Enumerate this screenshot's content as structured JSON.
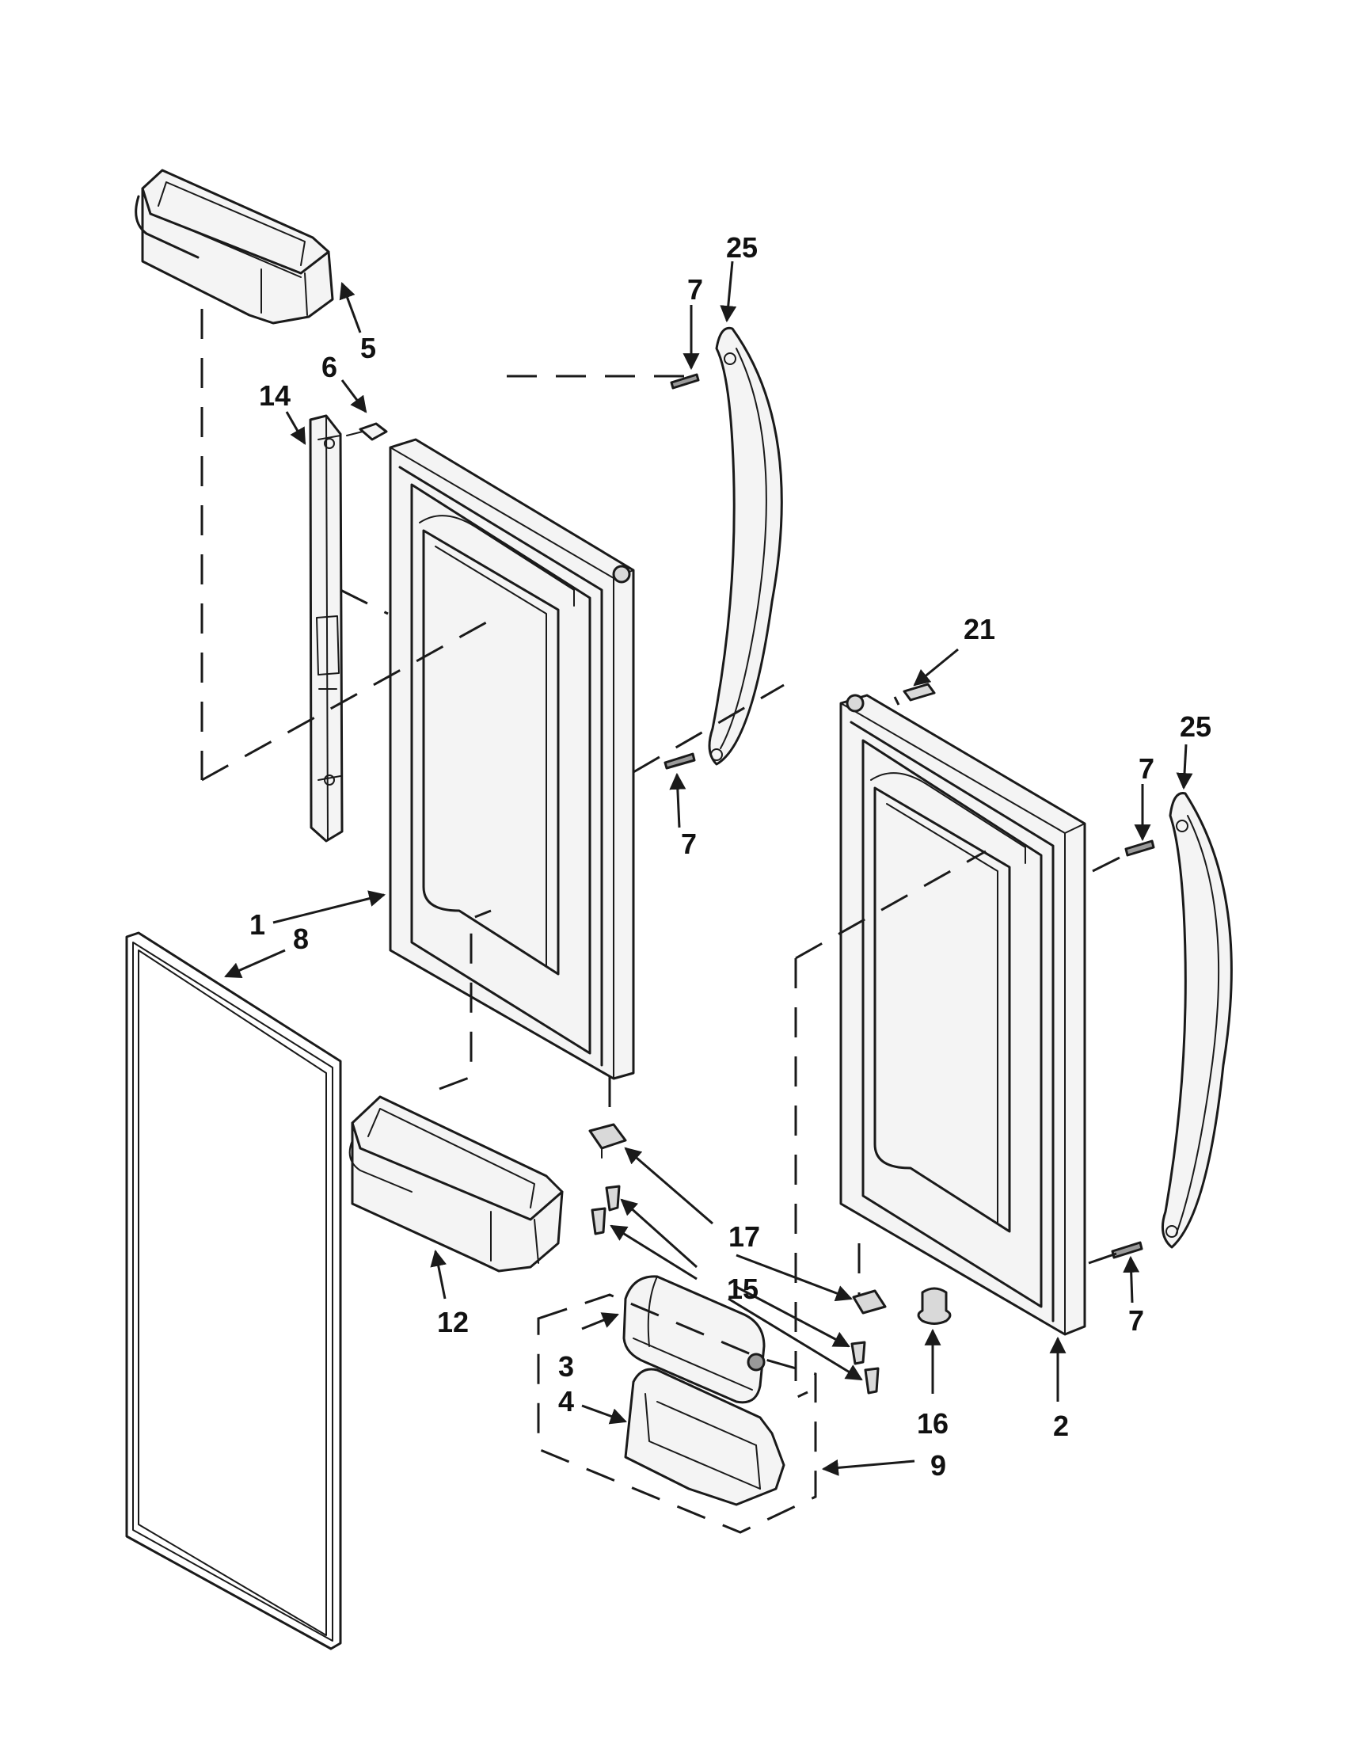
{
  "callouts": {
    "c1": "1",
    "c2": "2",
    "c3": "3",
    "c4": "4",
    "c5": "5",
    "c6": "6",
    "c7a": "7",
    "c7b": "7",
    "c7c": "7",
    "c7d": "7",
    "c8": "8",
    "c9": "9",
    "c12": "12",
    "c14": "14",
    "c15": "15",
    "c16": "16",
    "c17": "17",
    "c21": "21",
    "c25a": "25",
    "c25b": "25"
  },
  "colors": {
    "line": "#1a1a1a",
    "background": "#ffffff"
  }
}
